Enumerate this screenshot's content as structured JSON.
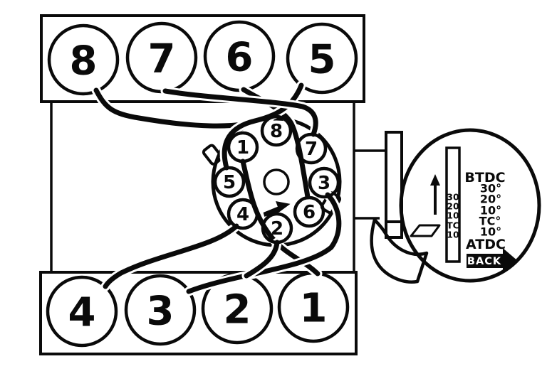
{
  "diagram_type": "v8-firing-order-and-timing-marks",
  "cylinders": {
    "top_bank": [
      "8",
      "7",
      "6",
      "5"
    ],
    "bottom_bank": [
      "4",
      "3",
      "2",
      "1"
    ]
  },
  "distributor": {
    "terminals": [
      "1",
      "8",
      "7",
      "3",
      "6",
      "2",
      "4",
      "5"
    ]
  },
  "timing_inset": {
    "scale_labels": [
      "30",
      "20",
      "10",
      "TC",
      "10"
    ],
    "side_labels": [
      "BTDC",
      "30°",
      "20°",
      "10°",
      "TC°",
      "10°",
      "ATDC"
    ],
    "back_label": "BACK"
  },
  "colors": {
    "ink": "#0a0a0a",
    "paper": "#ffffff"
  }
}
